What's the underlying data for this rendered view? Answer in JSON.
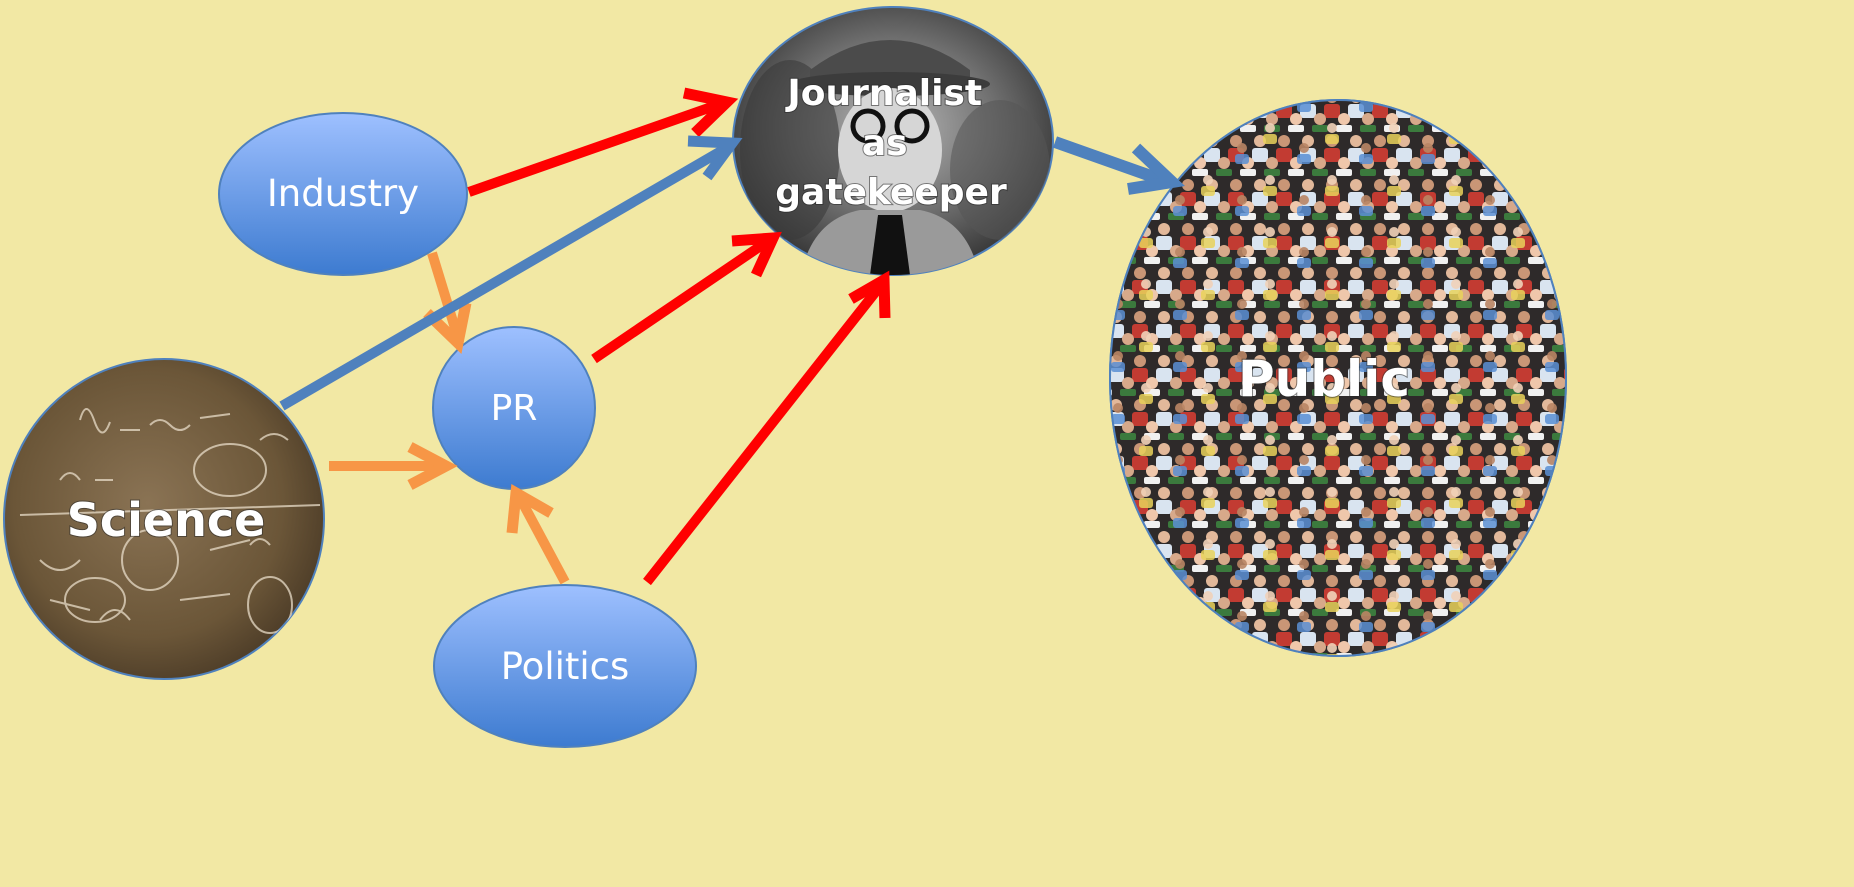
{
  "diagram": {
    "nodes": {
      "industry": "Industry",
      "pr": "PR",
      "politics": "Politics",
      "science": "Science",
      "journalist": [
        "Journalist",
        "as",
        "gatekeeper"
      ],
      "public": "Public"
    }
  },
  "colors": {
    "background": "#f2e8a4",
    "node_blue": "#4a86d8",
    "arrow_red": "#ff0000",
    "arrow_orange": "#f79646",
    "arrow_blue": "#4f81bd"
  },
  "edges": [
    {
      "from": "industry",
      "to": "journalist",
      "color": "red"
    },
    {
      "from": "industry",
      "to": "pr",
      "color": "orange"
    },
    {
      "from": "science",
      "to": "journalist",
      "color": "blue"
    },
    {
      "from": "science",
      "to": "pr",
      "color": "orange"
    },
    {
      "from": "politics",
      "to": "pr",
      "color": "orange"
    },
    {
      "from": "pr",
      "to": "journalist",
      "color": "red"
    },
    {
      "from": "politics",
      "to": "journalist",
      "color": "red"
    },
    {
      "from": "journalist",
      "to": "public",
      "color": "blue"
    }
  ]
}
